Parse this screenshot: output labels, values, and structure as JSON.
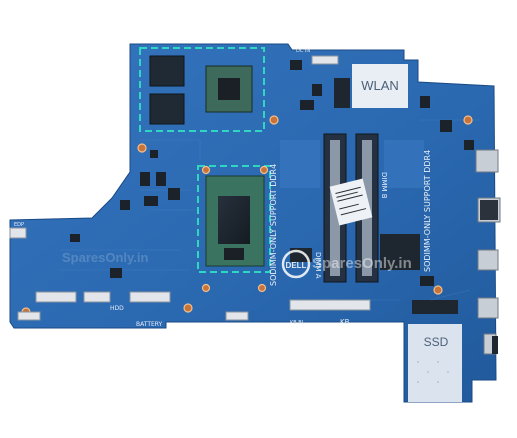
{
  "labels": {
    "wlan": "WLAN",
    "ssd": "SSD",
    "dimm_a_support": "SODIMM-ONLY SUPPORT DDR4",
    "dimm_b_support": "SODIMM-ONLY SUPPORT DDR4",
    "dimm_a": "DIMM A",
    "dimm_b": "DIMM B",
    "battery": "BATTERY",
    "hdd": "HDD",
    "kb": "KB",
    "kb_bl": "KB BL",
    "edp": "EDP",
    "dc_in": "DC IN",
    "dell_logo": "DELL",
    "watermark_left": "SparesOnly.in",
    "watermark_right": "SparesOnly.in"
  },
  "colors": {
    "pcb": "#2a68b0",
    "pcb_dark": "#1f4f8e",
    "highlight": "#2fd6c2",
    "chip": "#1e2630",
    "white_label": "#e9eef4",
    "connector": "#d9dfe6"
  }
}
